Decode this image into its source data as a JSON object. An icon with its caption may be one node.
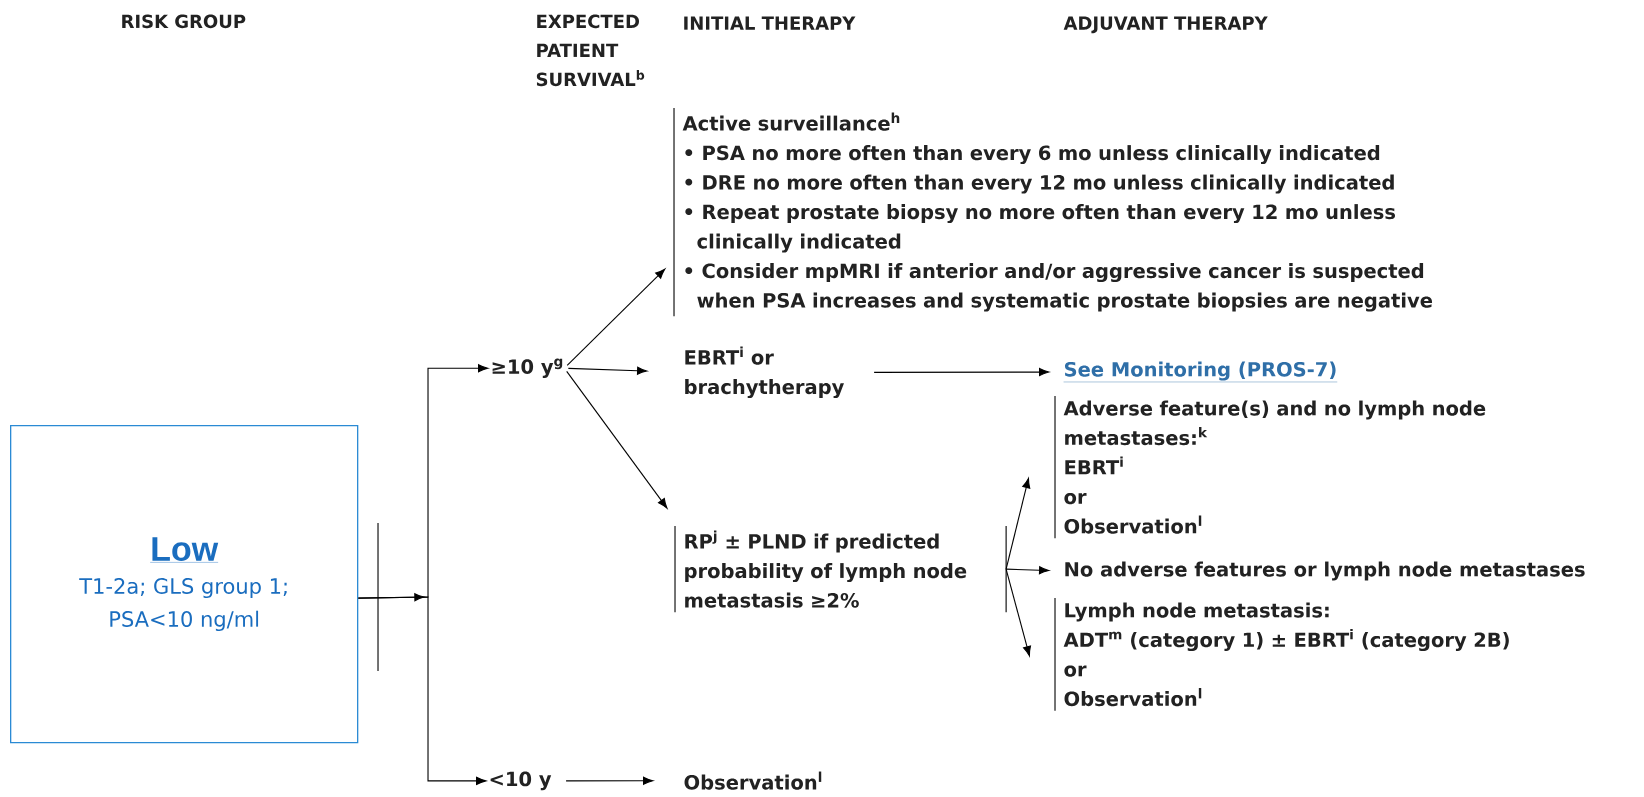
{
  "diagram": {
    "nodes": [
      {
        "text": [
          "Low",
          "T1-2a; GLS group 1; PSA<10 ng/ml"
        ]
      },
      {
        "text": [
          "≥10 y$^{g}$"
        ]
      },
      {
        "text": [
          "<10 y"
        ]
      },
      {
        "text": [
          "Active surveillance$^{h}$",
          "• PSA no more often than every 6 mo unless clinically indicated",
          "• DRE no more often than every 12 mo unless clinically indicated",
          "• Repeat prostate biopsy no more often than every 12 mo unless clinically indicated",
          "• Consider mpMRI if anterior and/or aggressive cancer is suspected when PSA increases and systematic prostate biopsies are negative"
        ]
      },
      {
        "text": [
          "EBRT$^{i}$ or brachytherapy"
        ]
      },
      {
        "text": [
          "RP$^{j}$ ± PLND if predicted probability of lymph node metastasis ≥2%"
        ]
      },
      {
        "text": [
          "Observation$^{l}$"
        ]
      },
      {
        "text": [
          "See Monitoring (PROS-7)"
        ]
      },
      {
        "text": [
          "Adverse feature(s) and no lymph node metastases:$^{k}$",
          "EBRT$^{i}$",
          "or",
          "Observation$^{l}$"
        ]
      },
      {
        "text": [
          "No adverse features or lymph node metastases"
        ]
      },
      {
        "text": [
          "Lymph node metastasis:",
          "ADT$^{m}$ (category 1) ± EBRT$^{i}$ (category 2B)",
          "or",
          "Observation$^{l}$"
        ]
      }
    ],
    "edges": [
      {
        "from": 0,
        "to": 1,
        "arrow": "to"
      },
      {
        "from": 0,
        "to": 2,
        "arrow": "to"
      },
      {
        "from": 1,
        "to": 3,
        "arrow": "to"
      },
      {
        "from": 1,
        "to": 4,
        "arrow": "to"
      },
      {
        "from": 1,
        "to": 5,
        "arrow": "to"
      },
      {
        "from": 2,
        "to": 6,
        "arrow": "to"
      },
      {
        "from": 4,
        "to": 7,
        "arrow": "to"
      },
      {
        "from": 5,
        "to": 8,
        "arrow": "to"
      },
      {
        "from": 5,
        "to": 9,
        "arrow": "to"
      },
      {
        "from": 5,
        "to": 10,
        "arrow": "to"
      }
    ],
    "labels": [
      "RISK GROUP",
      "EXPECTED PATIENT SURVIVAL$^{b}$",
      "INITIAL THERAPY",
      "ADJUVANT THERAPY"
    ]
  }
}
